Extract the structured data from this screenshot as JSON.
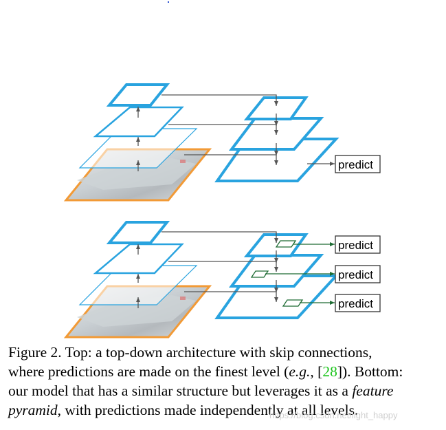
{
  "figure": {
    "top_panel": {
      "predict_labels": [
        "predict"
      ]
    },
    "bottom_panel": {
      "predict_labels": [
        "predict",
        "predict",
        "predict"
      ]
    },
    "colors": {
      "pyramid_blue": "#29a3df",
      "image_orange": "#f29a36",
      "arrow_gray": "#555555",
      "prediction_green": "#1d6b33"
    }
  },
  "caption": {
    "line1": "Figure 2. Top:  a top-down architecture with skip connections,",
    "line2_pre": "where predictions are made on the finest level (",
    "line2_eg": "e.g.",
    "line2_mid": ", [",
    "line2_cite": "28",
    "line2_post": "]). Bottom:",
    "line3_pre": "our model that has a similar structure but leverages it as a ",
    "line3_italic": "feature",
    "line4_italic": "pyramid",
    "line4_post": ", with predictions made independently at all levels."
  },
  "watermark": "https://blog.csdn.net/light_happy"
}
